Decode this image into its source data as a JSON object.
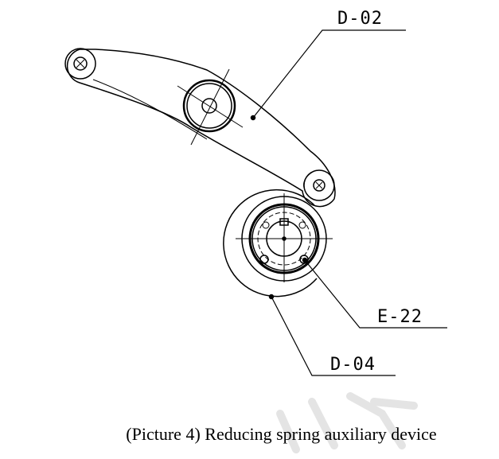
{
  "labels": {
    "part_d02": "D-02",
    "part_e22": "E-22",
    "part_d04": "D-04"
  },
  "caption": "(Picture 4) Reducing spring auxiliary device",
  "colors": {
    "line": "#000000",
    "watermark": "#e6e6e6",
    "background": "#ffffff"
  }
}
